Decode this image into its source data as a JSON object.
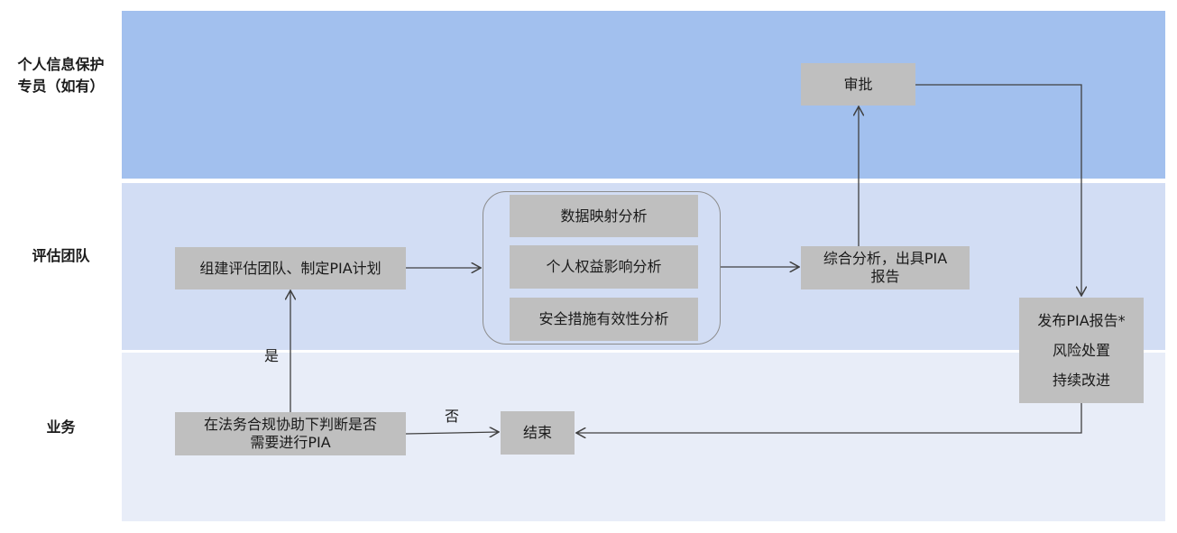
{
  "lanes": {
    "protection_officer": "个人信息保护\n专员（如有）",
    "assessment_team": "评估团队",
    "business": "业务"
  },
  "boxes": {
    "approve": "审批",
    "form_team": "组建评估团队、制定PIA计划",
    "data_mapping": "数据映射分析",
    "rights_impact": "个人权益影响分析",
    "security_effectiveness": "安全措施有效性分析",
    "comprehensive": "综合分析，出具PIA\n报告",
    "publish": [
      "发布PIA报告*",
      "风险处置",
      "持续改进"
    ],
    "judge": "在法务合规协助下判断是否\n需要进行PIA",
    "end": "结束"
  },
  "edge_labels": {
    "yes": "是",
    "no": "否"
  },
  "colors": {
    "lane_top": "#a2c0ee",
    "lane_mid": "#d2ddf4",
    "lane_bottom": "#e8edf8",
    "box_fill": "#bfbfbf",
    "line": "#404040"
  }
}
